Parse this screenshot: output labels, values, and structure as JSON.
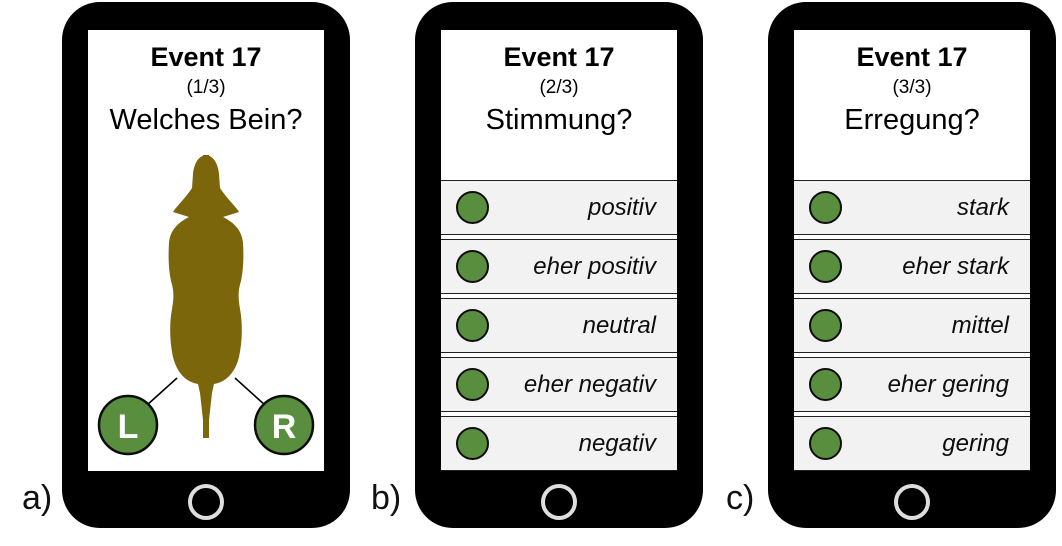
{
  "figure": {
    "panels": [
      {
        "label": "a)",
        "title": "Event 17",
        "step": "(1/3)",
        "question": "Welches Bein?",
        "leg_buttons": [
          {
            "label": "L"
          },
          {
            "label": "R"
          }
        ]
      },
      {
        "label": "b)",
        "title": "Event 17",
        "step": "(2/3)",
        "question": "Stimmung?",
        "options": [
          {
            "label": "positiv"
          },
          {
            "label": "eher positiv"
          },
          {
            "label": "neutral"
          },
          {
            "label": "eher negativ"
          },
          {
            "label": "negativ"
          }
        ]
      },
      {
        "label": "c)",
        "title": "Event 17",
        "step": "(3/3)",
        "question": "Erregung?",
        "options": [
          {
            "label": "stark"
          },
          {
            "label": "eher stark"
          },
          {
            "label": "mittel"
          },
          {
            "label": "eher gering"
          },
          {
            "label": "gering"
          }
        ]
      }
    ],
    "icons": {
      "animal": "horse-top-view-icon",
      "radio": "radio-circle-icon",
      "home": "home-button-ring-icon"
    },
    "colors": {
      "bezel": "#000000",
      "screen": "#ffffff",
      "row_background": "#f2f2f2",
      "row_border": "#1f1f1f",
      "radio_green": "#5a8e3f",
      "animal_brown": "#7c660b",
      "home_ring": "#dedede"
    }
  }
}
